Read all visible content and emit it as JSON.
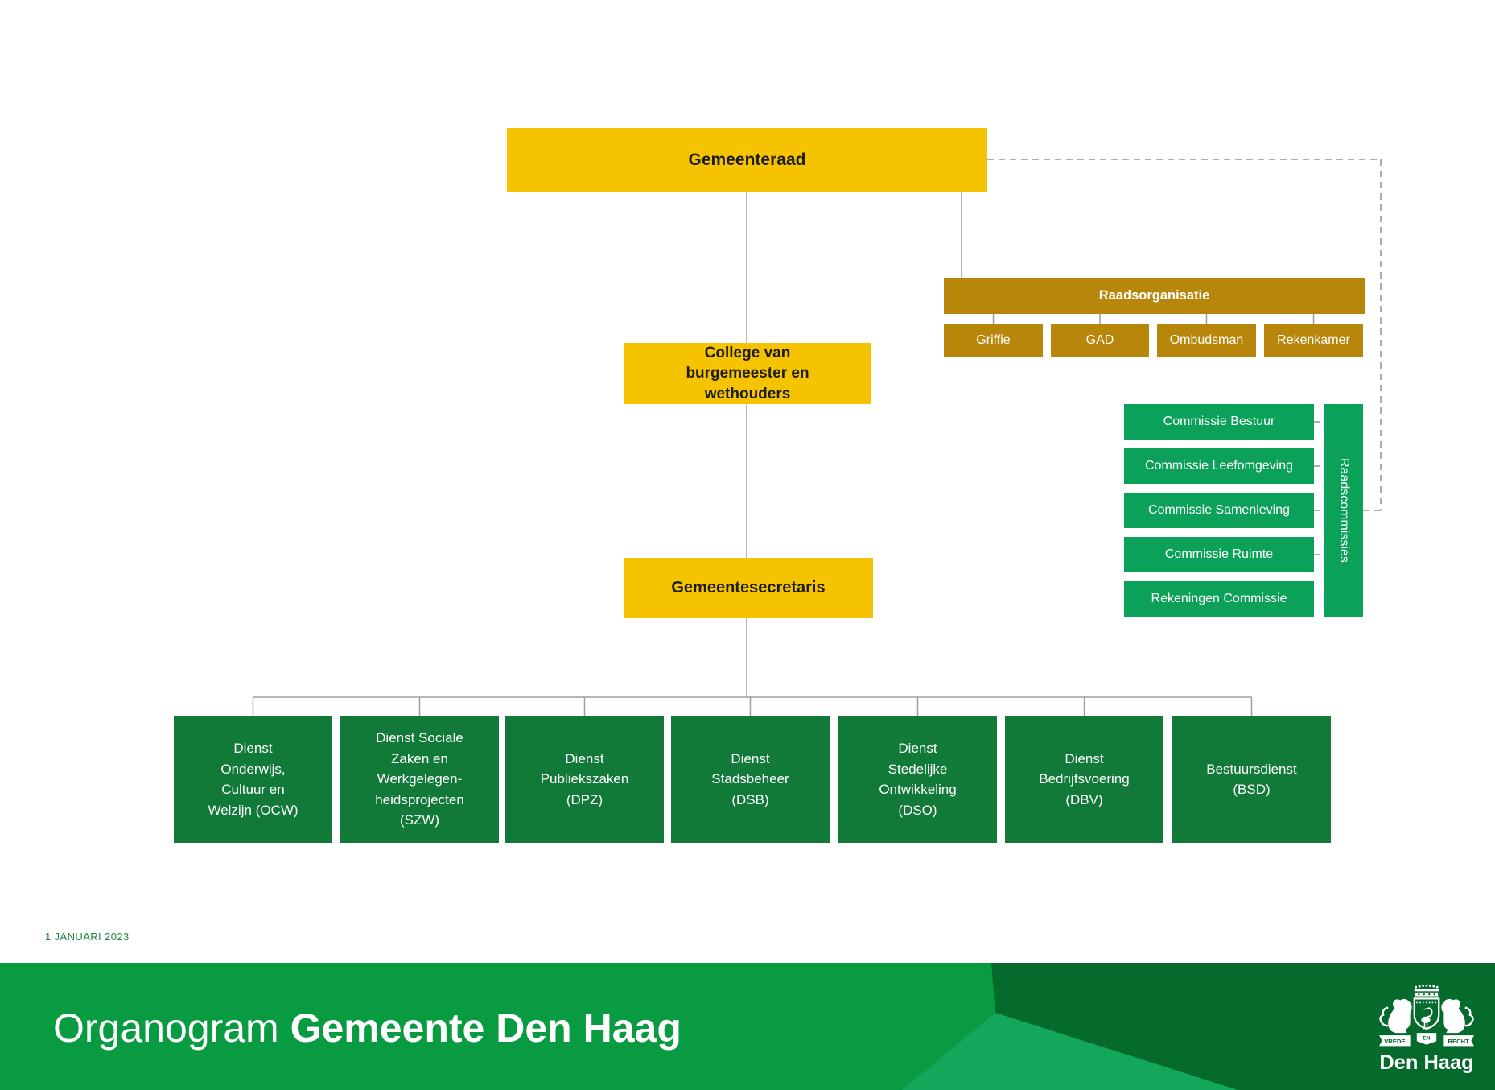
{
  "org": {
    "gemeenteraad": "Gemeenteraad",
    "college": "College van burgemeester en wethouders",
    "gemeentesecretaris": "Gemeentesecretaris",
    "raadsorganisatie": {
      "label": "Raadsorganisatie",
      "children": [
        "Griffie",
        "GAD",
        "Ombudsman",
        "Rekenkamer"
      ]
    },
    "raadscommissies": {
      "label": "Raadscommissies",
      "items": [
        "Commissie Bestuur",
        "Commissie Leefomgeving",
        "Commissie Samenleving",
        "Commissie Ruimte",
        "Rekeningen Commissie"
      ]
    },
    "diensten": [
      "Dienst Onderwijs, Cultuur en Welzijn (OCW)",
      "Dienst Sociale Zaken en Werkgelegen­heidsprojecten (SZW)",
      "Dienst Publiekszaken (DPZ)",
      "Dienst Stadsbeheer (DSB)",
      "Dienst Stedelijke Ontwikkeling (DSO)",
      "Dienst Bedrijfsvoering (DBV)",
      "Bestuursdienst (BSD)"
    ]
  },
  "date_label": "1 JANUARI 2023",
  "footer": {
    "title_regular": "Organogram ",
    "title_bold": "Gemeente Den Haag",
    "logo": {
      "motto_left": "VREDE",
      "motto_middle": "EN",
      "motto_right": "RECHT",
      "wordmark": "Den Haag"
    }
  },
  "colors": {
    "yellow": "#F6C300",
    "gold": "#B8860B",
    "green_bright": "#0CA159",
    "green_dark": "#117A38",
    "footer_green": "#089B41",
    "footer_green_dark": "#046B2C",
    "footer_green_light": "#12A75B",
    "connector_gray": "#9E9E9E",
    "dash_gray": "#ADADAD",
    "date_green": "#1B8A3E"
  }
}
